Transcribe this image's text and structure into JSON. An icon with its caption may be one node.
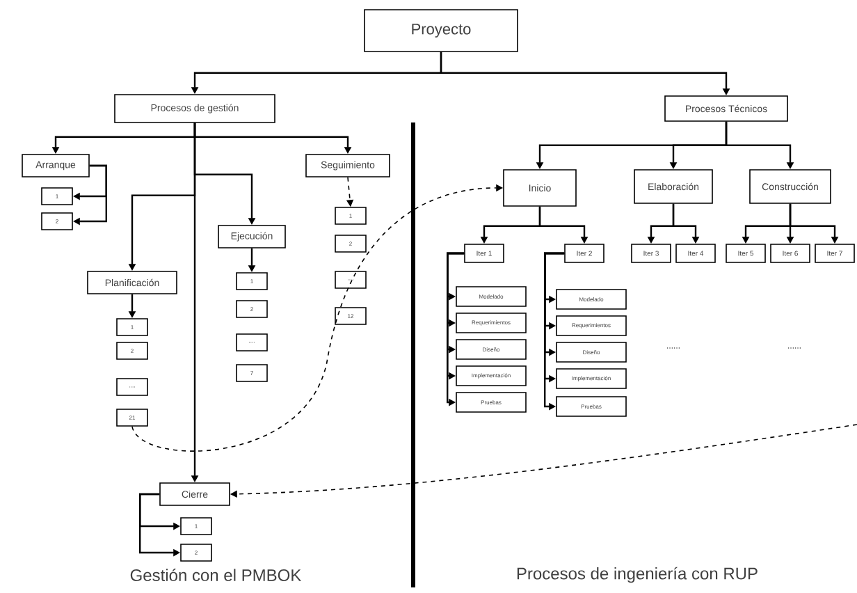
{
  "diagram": {
    "nodes": [
      {
        "text": [
          "Proyecto"
        ]
      },
      {
        "text": [
          "Procesos de gestión"
        ]
      },
      {
        "text": [
          "Procesos Técnicos"
        ]
      },
      {
        "text": [
          "Arranque"
        ]
      },
      {
        "text": [
          "1"
        ]
      },
      {
        "text": [
          "2"
        ]
      },
      {
        "text": [
          "Seguimiento"
        ]
      },
      {
        "text": [
          "1"
        ]
      },
      {
        "text": [
          "2"
        ]
      },
      {
        "text": [
          "...."
        ]
      },
      {
        "text": [
          "12"
        ]
      },
      {
        "text": [
          "Ejecución"
        ]
      },
      {
        "text": [
          "1"
        ]
      },
      {
        "text": [
          "2"
        ]
      },
      {
        "text": [
          "...."
        ]
      },
      {
        "text": [
          "7"
        ]
      },
      {
        "text": [
          "Planificación"
        ]
      },
      {
        "text": [
          "1"
        ]
      },
      {
        "text": [
          "2"
        ]
      },
      {
        "text": [
          "...."
        ]
      },
      {
        "text": [
          "21"
        ]
      },
      {
        "text": [
          "Cierre"
        ]
      },
      {
        "text": [
          "1"
        ]
      },
      {
        "text": [
          "2"
        ]
      },
      {
        "text": [
          "Inicio"
        ]
      },
      {
        "text": [
          "Elaboración"
        ]
      },
      {
        "text": [
          "Construcción"
        ]
      },
      {
        "text": [
          "Iter 1"
        ]
      },
      {
        "text": [
          "Iter 2"
        ]
      },
      {
        "text": [
          "Iter 3"
        ]
      },
      {
        "text": [
          "Iter 4"
        ]
      },
      {
        "text": [
          "Iter 5"
        ]
      },
      {
        "text": [
          "Iter 6"
        ]
      },
      {
        "text": [
          "Iter 7"
        ]
      },
      {
        "text": [
          "Modelado"
        ]
      },
      {
        "text": [
          "Requerimientos"
        ]
      },
      {
        "text": [
          "Diseño"
        ]
      },
      {
        "text": [
          "Implementación"
        ]
      },
      {
        "text": [
          "Pruebas"
        ]
      },
      {
        "text": [
          "Modelado"
        ]
      },
      {
        "text": [
          "Requerimientos"
        ]
      },
      {
        "text": [
          "Diseño"
        ]
      },
      {
        "text": [
          "Implementación"
        ]
      },
      {
        "text": [
          "Pruebas"
        ]
      }
    ],
    "edges": [
      {
        "from": 0,
        "to": 1,
        "arrow": "to"
      },
      {
        "from": 0,
        "to": 2,
        "arrow": "to"
      },
      {
        "from": 1,
        "to": 3,
        "arrow": "to"
      },
      {
        "from": 1,
        "to": 6,
        "arrow": "to"
      },
      {
        "from": 1,
        "to": 11,
        "arrow": "to"
      },
      {
        "from": 1,
        "to": 16,
        "arrow": "to"
      },
      {
        "from": 1,
        "to": 21,
        "arrow": "to"
      },
      {
        "from": 3,
        "to": 4,
        "arrow": "to"
      },
      {
        "from": 3,
        "to": 5,
        "arrow": "to"
      },
      {
        "from": 6,
        "to": 7,
        "arrow": "to",
        "style": "dashed"
      },
      {
        "from": 11,
        "to": 12,
        "arrow": "to"
      },
      {
        "from": 16,
        "to": 17,
        "arrow": "to"
      },
      {
        "from": 21,
        "to": 22,
        "arrow": "to"
      },
      {
        "from": 21,
        "to": 23,
        "arrow": "to"
      },
      {
        "from": 2,
        "to": 24,
        "arrow": "to"
      },
      {
        "from": 2,
        "to": 25,
        "arrow": "to"
      },
      {
        "from": 2,
        "to": 26,
        "arrow": "to"
      },
      {
        "from": 24,
        "to": 27,
        "arrow": "to"
      },
      {
        "from": 24,
        "to": 28,
        "arrow": "to"
      },
      {
        "from": 25,
        "to": 29,
        "arrow": "to"
      },
      {
        "from": 25,
        "to": 30,
        "arrow": "to"
      },
      {
        "from": 26,
        "to": 31,
        "arrow": "to"
      },
      {
        "from": 26,
        "to": 32,
        "arrow": "to"
      },
      {
        "from": 26,
        "to": 33,
        "arrow": "to"
      },
      {
        "from": 27,
        "to": 34,
        "arrow": "to"
      },
      {
        "from": 27,
        "to": 35,
        "arrow": "to"
      },
      {
        "from": 27,
        "to": 36,
        "arrow": "to"
      },
      {
        "from": 27,
        "to": 37,
        "arrow": "to"
      },
      {
        "from": 27,
        "to": 38,
        "arrow": "to"
      },
      {
        "from": 28,
        "to": 39,
        "arrow": "to"
      },
      {
        "from": 28,
        "to": 40,
        "arrow": "to"
      },
      {
        "from": 28,
        "to": 41,
        "arrow": "to"
      },
      {
        "from": 28,
        "to": 42,
        "arrow": "to"
      },
      {
        "from": 28,
        "to": 43,
        "arrow": "to"
      },
      {
        "from": 20,
        "to": 24,
        "arrow": "to",
        "style": "dashed"
      },
      {
        "from": null,
        "to": 21,
        "arrow": "to",
        "style": "dashed"
      }
    ],
    "labels": [
      "......",
      "......",
      "Gestión con el PMBOK",
      "Procesos de ingeniería con RUP"
    ]
  }
}
